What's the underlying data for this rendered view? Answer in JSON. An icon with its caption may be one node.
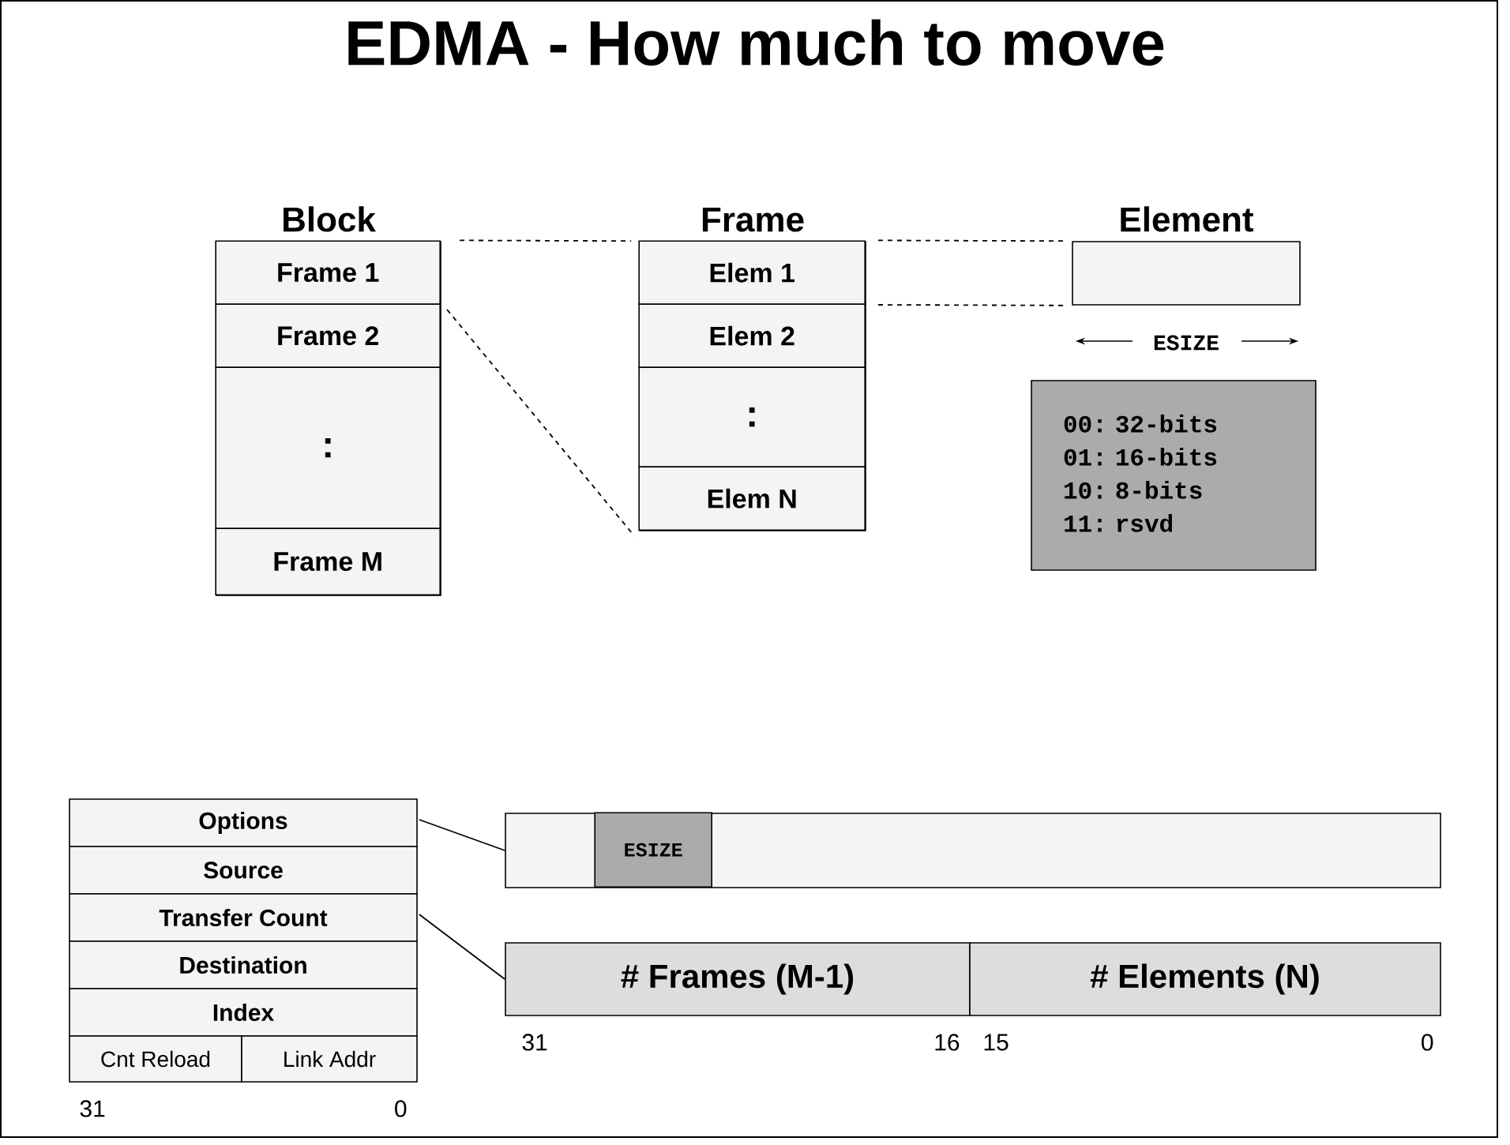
{
  "diagram": {
    "title": "EDMA - How much to move",
    "nodes": [
      {
        "text": [
          "Block"
        ]
      },
      {
        "text": [
          "Frame 1"
        ],
        "in": 0
      },
      {
        "text": [
          "Frame 2"
        ],
        "in": 0
      },
      {
        "text": [
          ":"
        ],
        "in": 0
      },
      {
        "text": [
          "Frame M"
        ],
        "in": 0
      },
      {
        "text": [
          "Frame"
        ]
      },
      {
        "text": [
          "Elem 1"
        ],
        "in": 5
      },
      {
        "text": [
          "Elem 2"
        ],
        "in": 5
      },
      {
        "text": [
          ":"
        ],
        "in": 5
      },
      {
        "text": [
          "Elem N"
        ],
        "in": 5
      },
      {
        "text": [
          "Element"
        ]
      },
      {
        "text": [
          "00: 32-bits",
          "01: 16-bits",
          "10: 8-bits",
          "11: rsvd"
        ]
      },
      {
        "text": [
          "Options"
        ]
      },
      {
        "text": [
          "Source"
        ]
      },
      {
        "text": [
          "Transfer Count"
        ]
      },
      {
        "text": [
          "Destination"
        ]
      },
      {
        "text": [
          "Index"
        ]
      },
      {
        "text": [
          "Cnt Reload"
        ]
      },
      {
        "text": [
          "Link Addr"
        ]
      },
      {
        "text": [],
        "shape": "box"
      },
      {
        "text": [
          "ESIZE"
        ],
        "in": 19
      },
      {
        "text": [
          "# Frames (M-1)"
        ]
      },
      {
        "text": [
          "# Elements (N)"
        ]
      }
    ],
    "edges": [
      {
        "from": 1,
        "to": 5,
        "arrow": "none",
        "style": "dashed"
      },
      {
        "from": 1,
        "to": 5,
        "arrow": "none",
        "style": "dashed"
      },
      {
        "from": 6,
        "to": 10,
        "arrow": "none",
        "style": "dashed"
      },
      {
        "from": 6,
        "to": 10,
        "arrow": "none",
        "style": "dashed"
      },
      {
        "from": 12,
        "to": 19,
        "arrow": "none"
      },
      {
        "from": 14,
        "to": 21,
        "arrow": "none"
      }
    ],
    "labels": [
      "ESIZE",
      "31",
      "0",
      "31",
      "16",
      "15",
      "0"
    ]
  }
}
